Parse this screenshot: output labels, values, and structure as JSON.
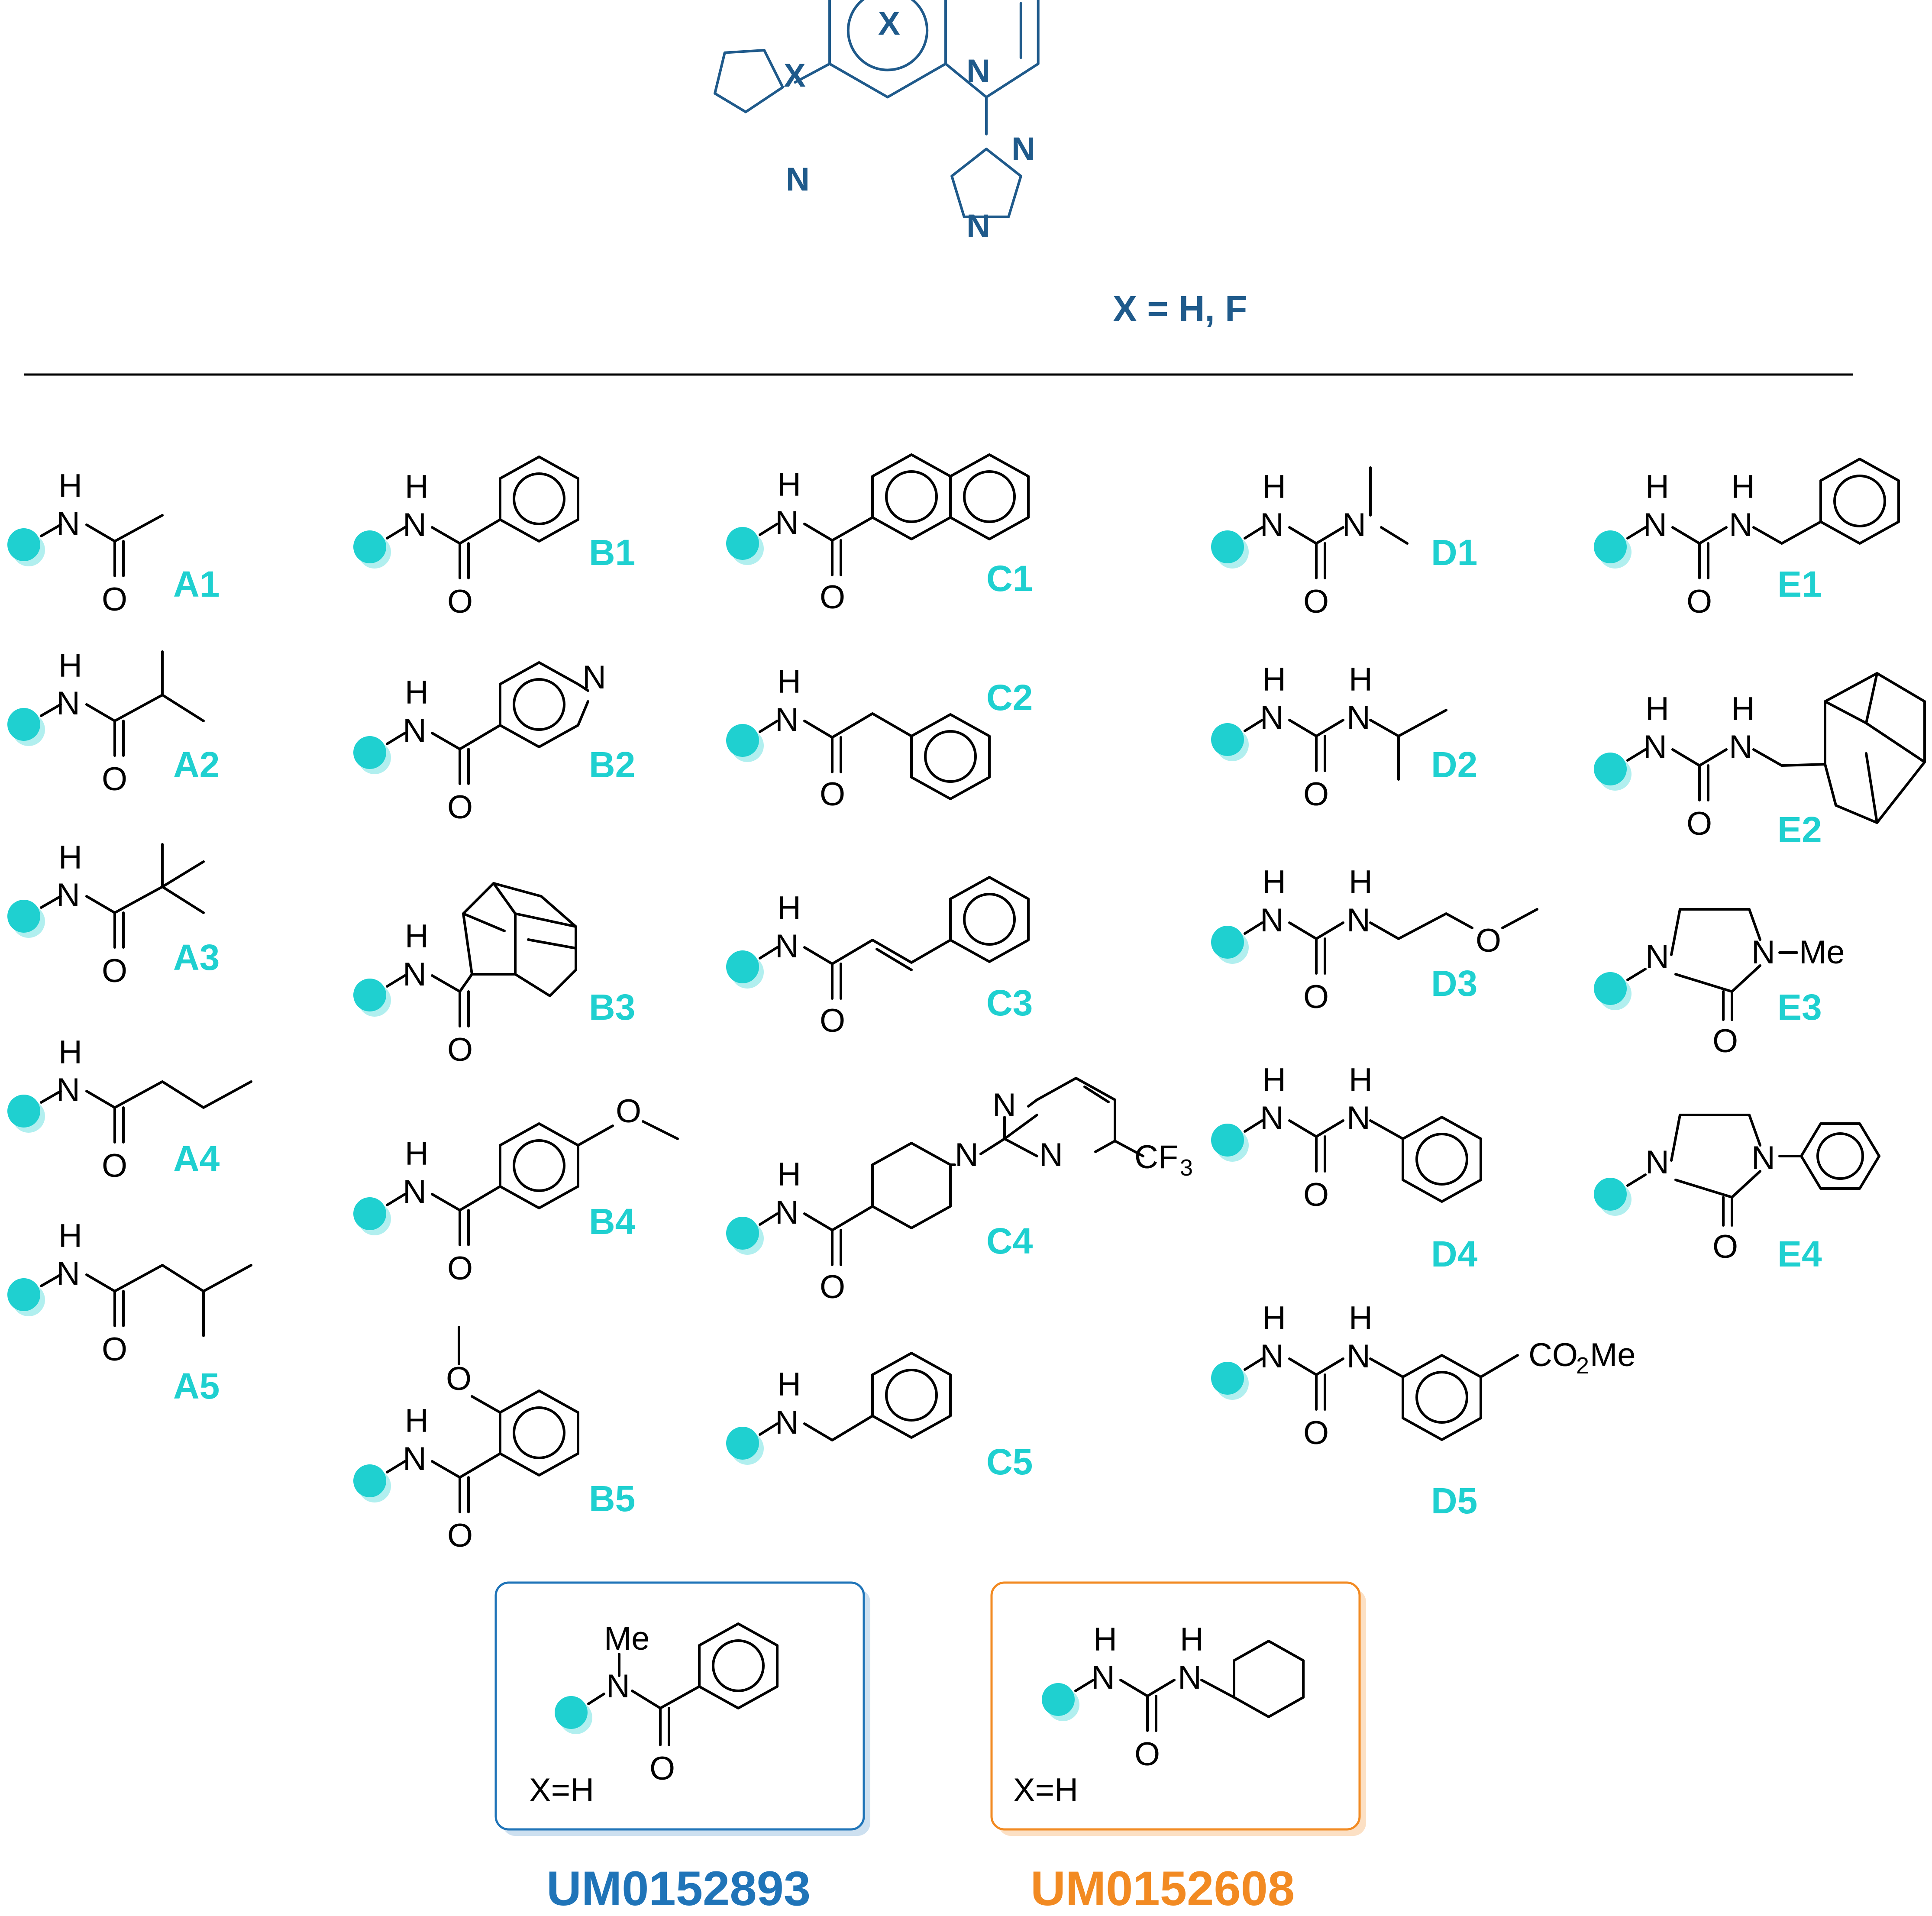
{
  "core": {
    "substituent_x": "X",
    "ring_n": "N",
    "equation": "X = H, F"
  },
  "colors": {
    "core": "#1f5a8b",
    "attachment_dot": "#1fd0d0",
    "label": "#1fd0d0",
    "box_left": "#1f74b8",
    "box_right": "#f28a22"
  },
  "fragments": {
    "A1": "A1",
    "A2": "A2",
    "A3": "A3",
    "A4": "A4",
    "A5": "A5",
    "B1": "B1",
    "B2": "B2",
    "B3": "B3",
    "B4": "B4",
    "B5": "B5",
    "C1": "C1",
    "C2": "C2",
    "C3": "C3",
    "C4": "C4",
    "C5": "C5",
    "D1": "D1",
    "D2": "D2",
    "D3": "D3",
    "D4": "D4",
    "D5": "D5",
    "E1": "E1",
    "E2": "E2",
    "E3": "E3",
    "E4": "E4"
  },
  "atoms": {
    "H": "H",
    "N": "N",
    "O": "O",
    "Me": "Me",
    "CF": "CF",
    "sub3": "3",
    "CO": "CO",
    "sub2": "2",
    "Me_tail": "Me"
  },
  "highlight": {
    "left_id": "UM0152893",
    "right_id": "UM0152608",
    "left_note": "X=H",
    "right_note": "X=H"
  }
}
